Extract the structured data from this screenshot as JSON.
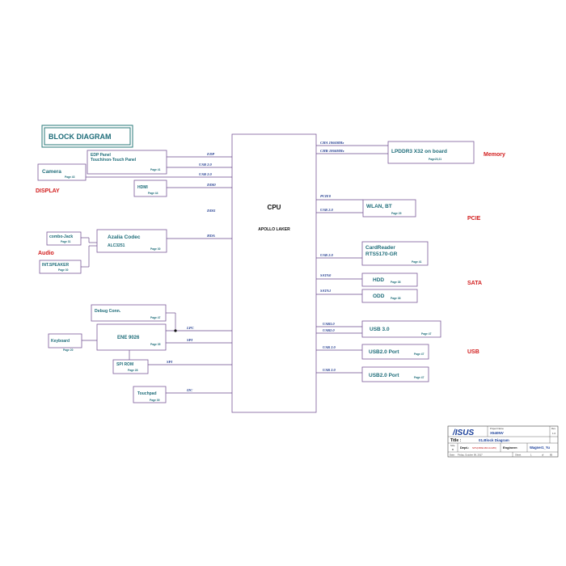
{
  "title": "BLOCK DIAGRAM",
  "cpu": {
    "name": "CPU",
    "sub": "APOLLO LAKER"
  },
  "sections": {
    "memory": "Memory",
    "display": "DISPLAY",
    "audio": "Audio",
    "pcie": "PCIE",
    "sata": "SATA",
    "usb": "USB"
  },
  "blocks": {
    "edp_panel": {
      "line1": "EDP Panel",
      "line2": "Touch/non-Touch Panel",
      "page": "Page 41"
    },
    "camera": {
      "label": "Camera",
      "page": "Page 43"
    },
    "hdmi": {
      "label": "HDMI",
      "page": "Page 44"
    },
    "codec": {
      "line1": "Azalia Codec",
      "line2": "ALC3251",
      "page": "Page 30"
    },
    "combo_jack": {
      "label": "combo-Jack",
      "page": "Page 31"
    },
    "int_speaker": {
      "label": "INT.SPEAKER",
      "page": "Page 30"
    },
    "debug": {
      "label": "Debug Conn.",
      "page": "Page 47"
    },
    "ene": {
      "label": "ENE 9026",
      "page": "Page 35"
    },
    "keyboard": {
      "label": "Keyboard",
      "page": "Page 20"
    },
    "spi_rom": {
      "label": "SPI ROM",
      "page": "Page 28"
    },
    "touchpad": {
      "label": "Touchpad",
      "page": "Page 39"
    },
    "lpddr3": {
      "label": "LPDDR3 X32 on board",
      "page": "Page20,21"
    },
    "wlan": {
      "label": "WLAN, BT",
      "page": "Page 29"
    },
    "cardreader": {
      "line1": "CardReader",
      "line2": "RTS5170-GR",
      "page": "Page 41"
    },
    "hdd": {
      "label": "HDD",
      "page": "Page 38"
    },
    "odd": {
      "label": "ODD",
      "page": "Page 38"
    },
    "usb30": {
      "label": "USB 3.0",
      "page": "Page 47"
    },
    "usb20a": {
      "label": "USB2.0 Port",
      "page": "Page 47"
    },
    "usb20b": {
      "label": "USB2.0 Port",
      "page": "Page 47"
    }
  },
  "signals": {
    "edp": "EDP",
    "usb20_edp": "USB 2.0",
    "usb20_cam": "USB 2.0",
    "ddi0": "DDI0",
    "ddi1": "DDI1",
    "hda": "HDA",
    "lpc": "LPC",
    "spi1": "SPI",
    "spi2": "SPI",
    "i2c": "I2C",
    "ch_a": "CHA 1866MHz",
    "ch_b": "CHB 1866MHz",
    "pcie0": "PCIE0",
    "usb20_wlan": "USB 2.0",
    "usb20_card": "USB 2.0",
    "sata0": "SATA0",
    "sata1": "SATA1",
    "usb30_sig": "USB3.0",
    "usb20_sig": "USB2.0",
    "usb20_p1": "USB 2.0",
    "usb20_p2": "USB 2.0"
  },
  "title_block": {
    "logo": "/ISUS",
    "project_name_label": "Project Name",
    "project_name": "X540NV",
    "rev_label": "Rev",
    "rev": "1.0",
    "title_label": "Title :",
    "title": "01.Block Diagram",
    "size_label": "Size",
    "size": "B",
    "dept_label": "Dept.:",
    "dept": "NPS(NBSD-BD10-GB5)",
    "engineer_label": "Engineer:",
    "engineer": "Wagner1_Yu",
    "date_label": "Date:",
    "date": "Friday, October 06, 2017",
    "sheet_label": "Sheet",
    "sheet": "1",
    "of_label": "of",
    "of": "85"
  }
}
